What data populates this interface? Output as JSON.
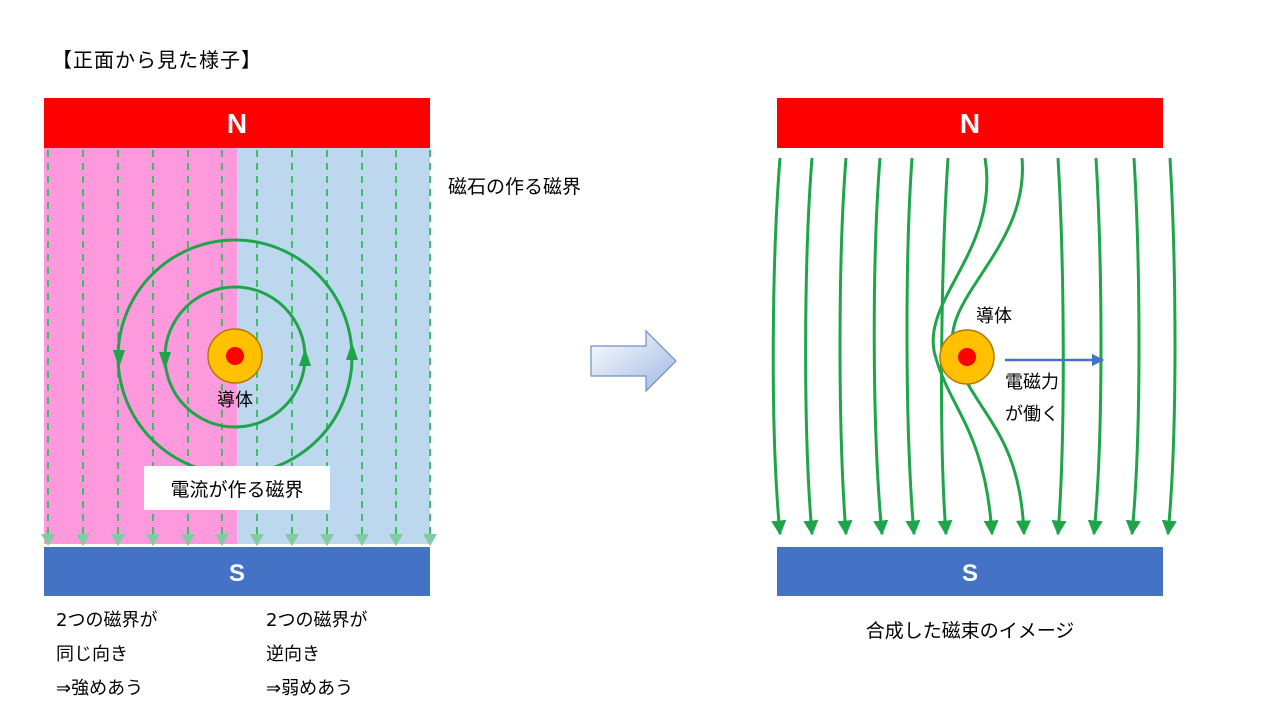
{
  "title": "【正面から見た様子】",
  "left": {
    "north_label": "N",
    "south_label": "S",
    "magnet_field_label": "磁石の作る磁界",
    "conductor_label": "導体",
    "current_field_label": "電流が作る磁界",
    "note_same": [
      "2つの磁界が",
      "同じ向き",
      "⇒強めあう"
    ],
    "note_opposite": [
      "2つの磁界が",
      "逆向き",
      "⇒弱めあう"
    ]
  },
  "right": {
    "north_label": "N",
    "south_label": "S",
    "conductor_label": "導体",
    "force_label": [
      "電磁力",
      "が働く"
    ],
    "caption": "合成した磁束のイメージ"
  },
  "colors": {
    "north": "#ff0000",
    "south": "#4472c4",
    "strengthen_region": "#ff99dd",
    "weaken_region": "#bdd7ee",
    "field_line": "#1ea54a",
    "field_dashed": "#3dbf66",
    "conductor_outer": "#ffc000",
    "conductor_core": "#ff0000",
    "force_arrow": "#4472c4",
    "transition_arrow": "#8faadc"
  }
}
